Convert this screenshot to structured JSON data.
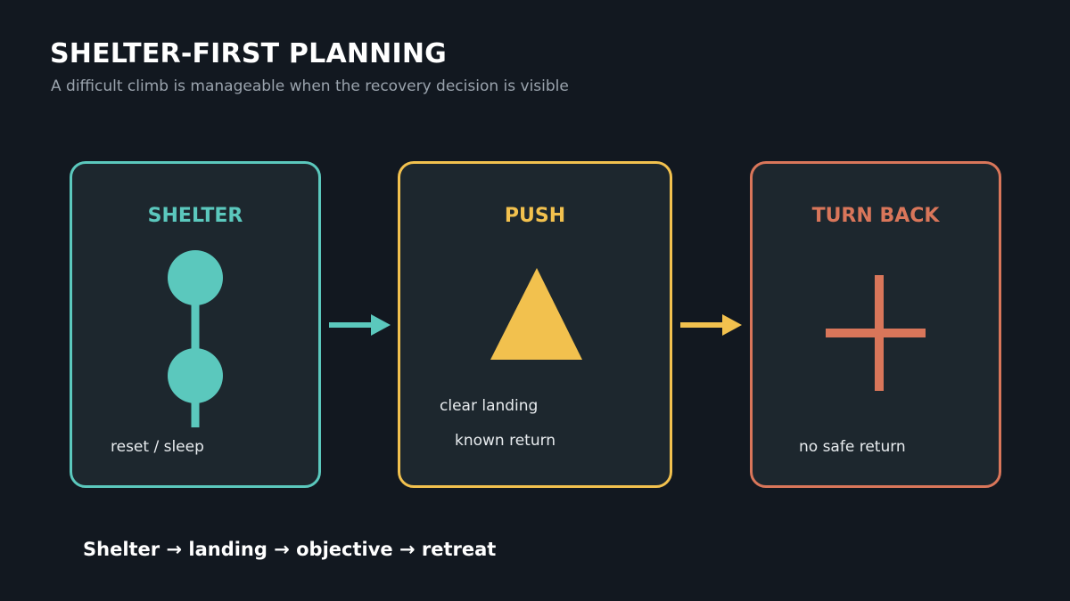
{
  "header": {
    "title": "SHELTER-FIRST PLANNING",
    "subtitle": "A difficult climb is manageable when the recovery decision is visible"
  },
  "cards": [
    {
      "title": "SHELTER",
      "notes": [
        "reset / sleep"
      ],
      "color": "#5bc8bd",
      "icon": "stacked-circles-icon"
    },
    {
      "title": "PUSH",
      "notes": [
        "clear landing",
        "known return"
      ],
      "color": "#f2c14e",
      "icon": "triangle-icon"
    },
    {
      "title": "TURN BACK",
      "notes": [
        "no safe return"
      ],
      "color": "#d9765a",
      "icon": "cross-icon"
    }
  ],
  "footer": "Shelter → landing → objective → retreat",
  "colors": {
    "background": "#121820",
    "card_fill": "#1d272e"
  }
}
